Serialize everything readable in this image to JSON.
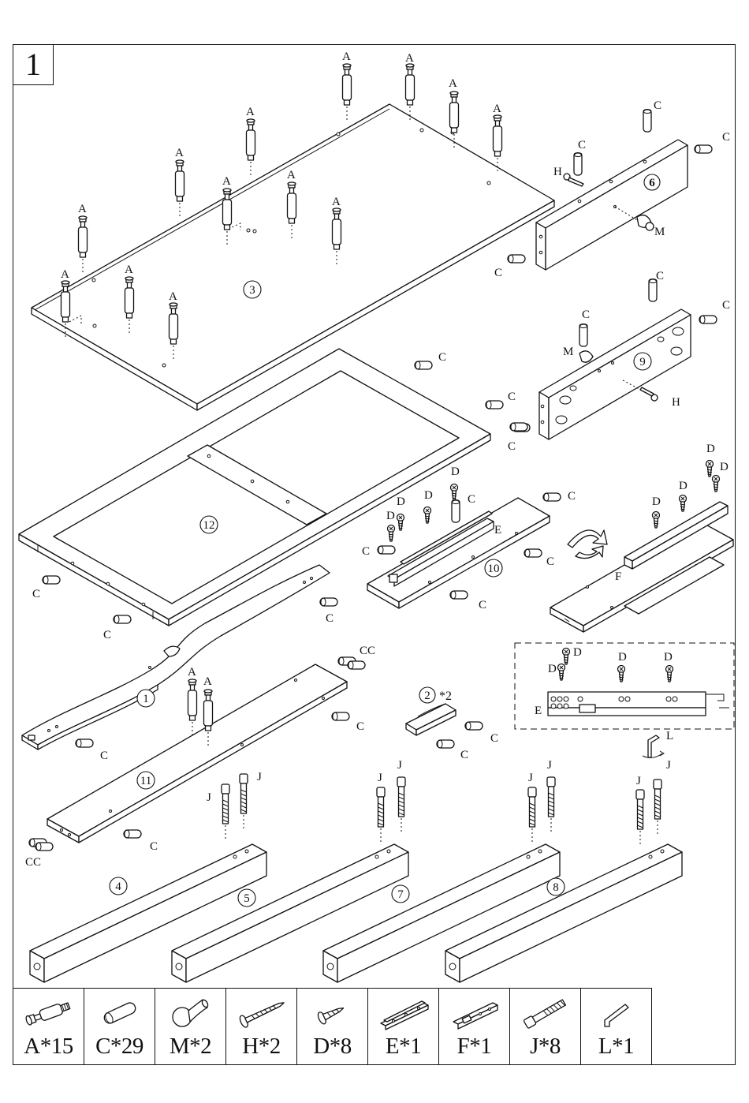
{
  "step_number": "1",
  "part_numbers": {
    "p3": "3",
    "p6": "6",
    "p9": "9",
    "p12": "12",
    "p10": "10",
    "p1": "1",
    "p11": "11",
    "p2": "2",
    "p2_qty": "*2",
    "p4": "4",
    "p5": "5",
    "p7": "7",
    "p8": "8"
  },
  "callouts": {
    "A": "A",
    "C": "C",
    "CC": "CC",
    "D": "D",
    "E": "E",
    "F": "F",
    "H": "H",
    "J": "J",
    "L": "L",
    "M": "M"
  },
  "hardware": [
    {
      "code": "A",
      "label": "A*15",
      "icon": "cam-bolt-icon"
    },
    {
      "code": "C",
      "label": "C*29",
      "icon": "wood-dowel-icon"
    },
    {
      "code": "M",
      "label": "M*2",
      "icon": "knob-icon"
    },
    {
      "code": "H",
      "label": "H*2",
      "icon": "long-screw-icon"
    },
    {
      "code": "D",
      "label": "D*8",
      "icon": "short-screw-icon"
    },
    {
      "code": "E",
      "label": "E*1",
      "icon": "drawer-slide-e-icon"
    },
    {
      "code": "F",
      "label": "F*1",
      "icon": "drawer-slide-f-icon"
    },
    {
      "code": "J",
      "label": "J*8",
      "icon": "hex-bolt-icon"
    },
    {
      "code": "L",
      "label": "L*1",
      "icon": "allen-key-icon"
    }
  ]
}
